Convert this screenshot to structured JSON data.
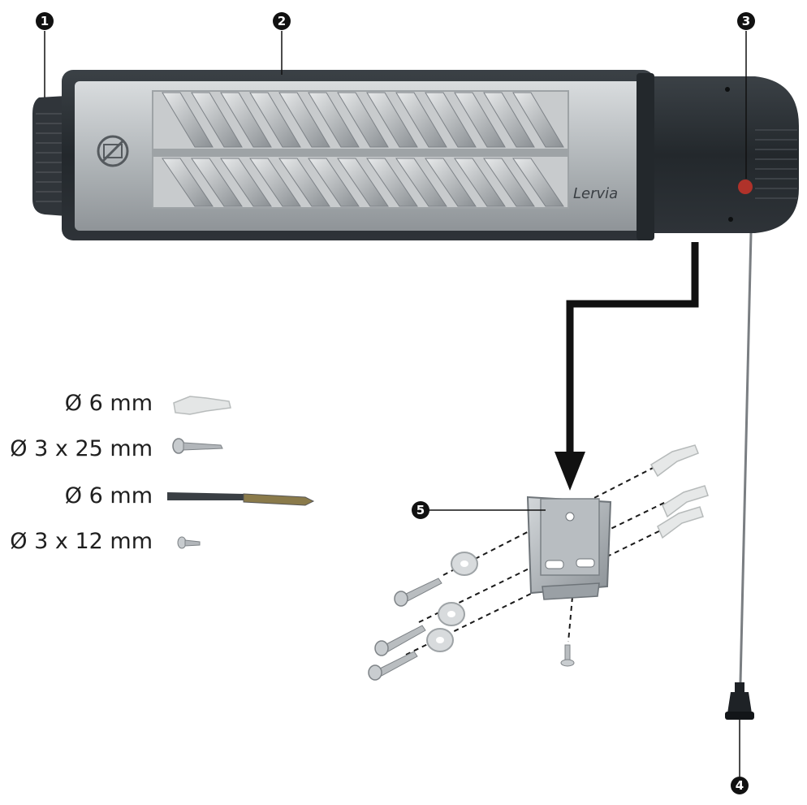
{
  "heater": {
    "brand": "Lervia"
  },
  "callouts": {
    "c1": "1",
    "c2": "2",
    "c3": "3",
    "c4": "4",
    "c5": "5"
  },
  "hardware": [
    {
      "name": "wall-plug",
      "label": "Ø 6 mm"
    },
    {
      "name": "long-screw",
      "label": "Ø 3 x 25 mm"
    },
    {
      "name": "drill-bit",
      "label": "Ø 6 mm"
    },
    {
      "name": "short-screw",
      "label": "Ø 3 x 12 mm"
    }
  ],
  "colors": {
    "housing": "#2b3035",
    "grille": "#b9bdc0",
    "indicator": "#b0322a",
    "arrow": "#111111"
  }
}
